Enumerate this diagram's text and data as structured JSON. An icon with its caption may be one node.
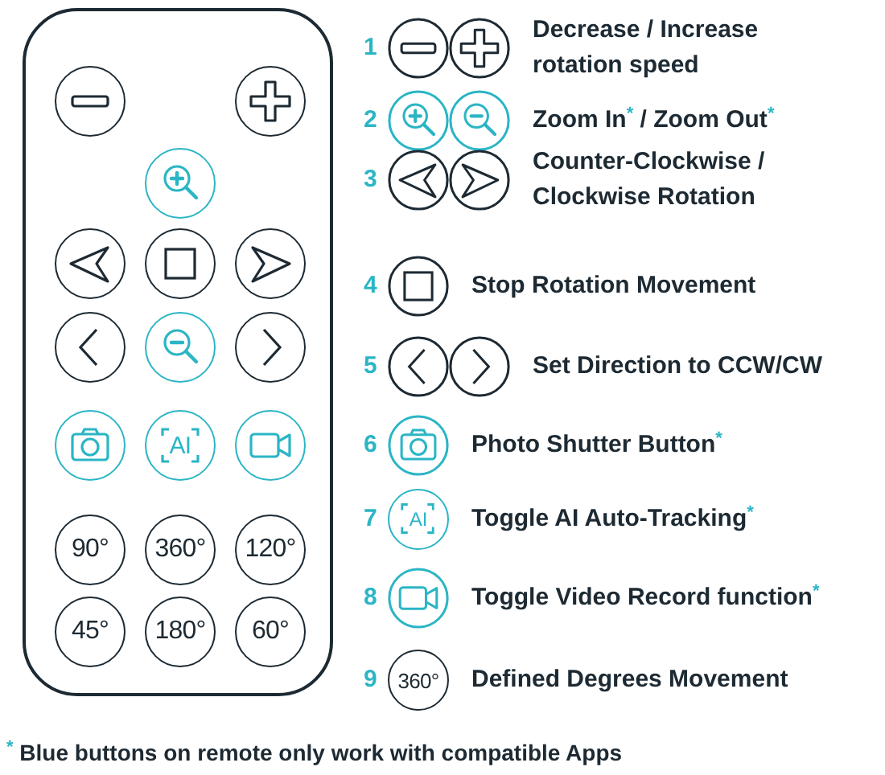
{
  "diagram": {
    "nodes": [
      {
        "text": [],
        "shape": "box"
      },
      {
        "text": [],
        "shape": "circle",
        "in": 0
      },
      {
        "text": [],
        "shape": "circle",
        "in": 0
      },
      {
        "text": [],
        "shape": "circle",
        "in": 0
      },
      {
        "text": [],
        "shape": "circle",
        "in": 0
      },
      {
        "text": [],
        "shape": "circle",
        "in": 0
      },
      {
        "text": [],
        "shape": "circle",
        "in": 0
      },
      {
        "text": [],
        "shape": "circle",
        "in": 0
      },
      {
        "text": [],
        "shape": "circle",
        "in": 0
      },
      {
        "text": [],
        "shape": "circle",
        "in": 0
      },
      {
        "text": [],
        "shape": "circle",
        "in": 0
      },
      {
        "text": [
          "AI"
        ],
        "in": 0
      },
      {
        "text": [],
        "shape": "circle",
        "in": 0
      },
      {
        "text": [
          "90°"
        ],
        "in": 0
      },
      {
        "text": [
          "360°"
        ],
        "in": 0
      },
      {
        "text": [
          "120°"
        ],
        "in": 0
      },
      {
        "text": [
          "45°"
        ],
        "in": 0
      },
      {
        "text": [
          "180°"
        ],
        "in": 0
      },
      {
        "text": [
          "60°"
        ],
        "in": 0
      }
    ],
    "labels": [
      "1",
      "Decrease / Increase rotation speed",
      "2",
      "Zoom In$^{*}$ / Zoom Out$^{*}$",
      "3",
      "Counter-Clockwise / Clockwise Rotation",
      "4",
      "Stop Rotation Movement",
      "5",
      "Set Direction to CCW/CW",
      "6",
      "Photo Shutter Button$^{*}$",
      "7",
      "AI",
      "Toggle AI Auto-Tracking$^{*}$",
      "8",
      "Toggle Video Record function$^{*}$",
      "9",
      "360°",
      "Defined Degrees Movement",
      "$^{*}$ Blue buttons on remote only work with compatible Apps"
    ]
  }
}
